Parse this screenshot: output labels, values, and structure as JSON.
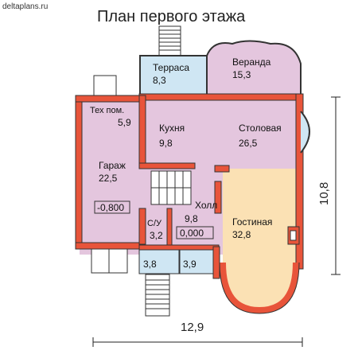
{
  "site": "deltaplans.ru",
  "title": "План первого этажа",
  "rooms": {
    "terrace": {
      "name": "Терраса",
      "area": "8,3"
    },
    "veranda": {
      "name": "Веранда",
      "area": "15,3"
    },
    "tech": {
      "name": "Тех пом.",
      "area": "5,9"
    },
    "kitchen": {
      "name": "Кухня",
      "area": "9,8"
    },
    "dining": {
      "name": "Столовая",
      "area": "26,5"
    },
    "garage": {
      "name": "Гараж",
      "area": "22,5"
    },
    "hall": {
      "name": "Холл",
      "area": "9,8"
    },
    "living": {
      "name": "Гостиная",
      "area": "32,8"
    },
    "wc": {
      "name": "С/У",
      "area": "3,2"
    },
    "vest1": {
      "area": "3,8"
    },
    "vest2": {
      "area": "3,9"
    }
  },
  "levels": {
    "garage": "-0,800",
    "hall": "0,000"
  },
  "dimensions": {
    "width": "12,9",
    "depth": "10,8"
  },
  "colors": {
    "wall": "#e8543a",
    "pink": "#e4c6de",
    "blue": "#cfe6f3",
    "beige": "#fbe1b4",
    "white": "#ffffff"
  }
}
